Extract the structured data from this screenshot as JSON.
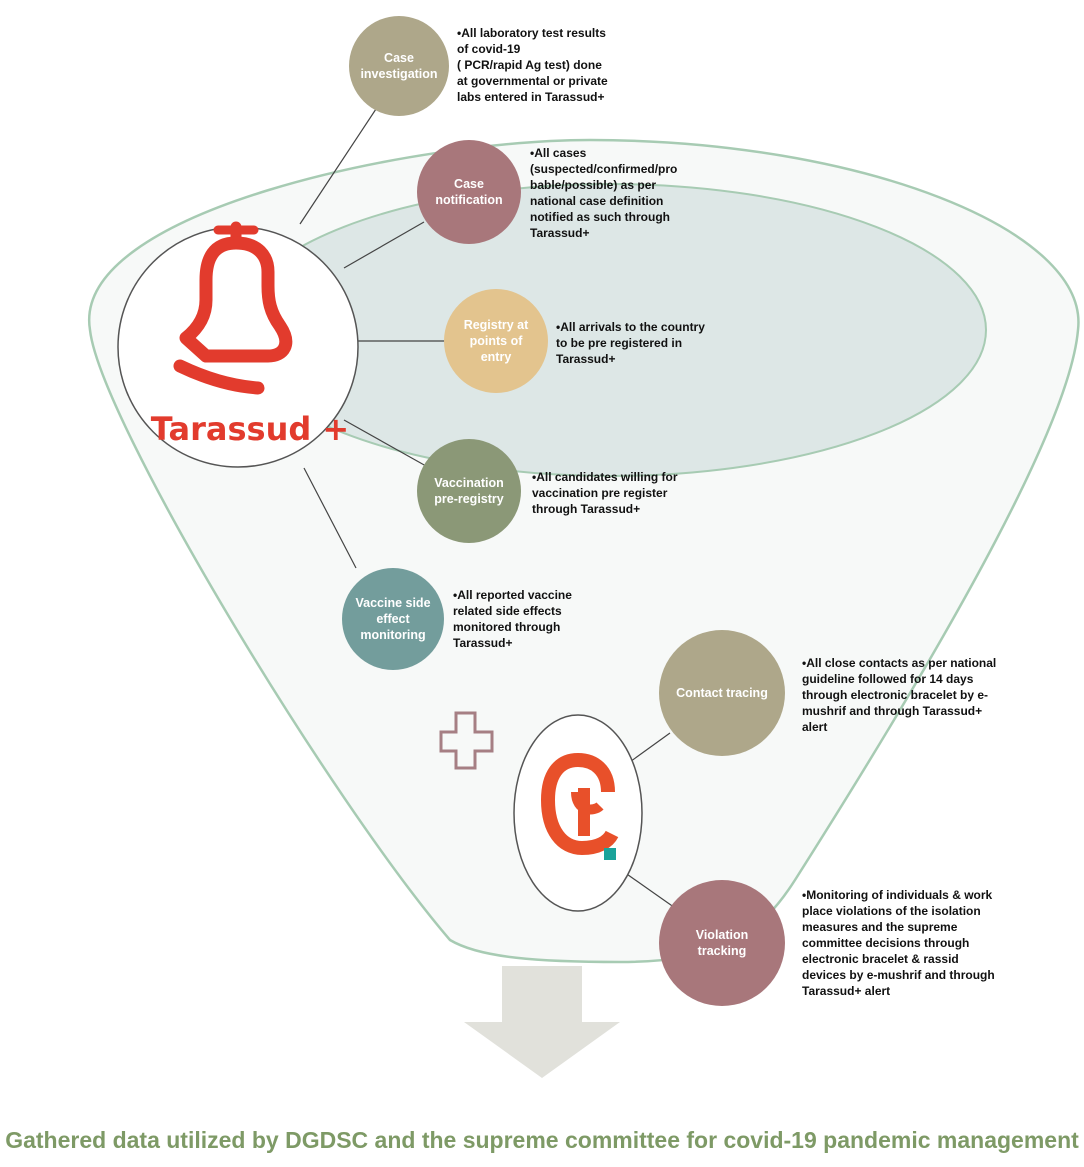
{
  "logo_main": {
    "text": "Tarassud +"
  },
  "colors": {
    "funnel_stroke": "#a7cbb3",
    "funnel_fill": "#f7f9f8",
    "inner_ellipse_fill": "#dde7e6",
    "brand_red": "#e23b2d",
    "brand_orange": "#e8502a",
    "brand_teal": "#1aa39a",
    "footer_text": "#7e9a66",
    "arrow": "#e1e1db"
  },
  "nodes": [
    {
      "id": "case-investigation",
      "label": [
        "Case",
        "investigation"
      ],
      "color": "#aea78a",
      "text": [
        "•All laboratory test results",
        "of covid-19",
        "( PCR/rapid Ag test) done",
        "at governmental or private",
        "labs entered in Tarassud+"
      ]
    },
    {
      "id": "case-notification",
      "label": [
        "Case",
        "notification"
      ],
      "color": "#a8777b",
      "text": [
        "•All cases",
        "(suspected/confirmed/pro",
        "bable/possible) as per",
        "national case definition",
        "notified as such through",
        "Tarassud+"
      ]
    },
    {
      "id": "registry-points-of-entry",
      "label": [
        "Registry at",
        "points of",
        "entry"
      ],
      "color": "#e3c48e",
      "text": [
        "•All arrivals to the country",
        "to be pre registered in",
        "Tarassud+"
      ]
    },
    {
      "id": "vaccination-pre-registry",
      "label": [
        "Vaccination",
        "pre-registry"
      ],
      "color": "#8b9877",
      "text": [
        "•All candidates willing for",
        "vaccination pre register",
        "through Tarassud+"
      ]
    },
    {
      "id": "vaccine-side-effect-monitoring",
      "label": [
        "Vaccine side",
        "effect",
        "monitoring"
      ],
      "color": "#739d9c",
      "text": [
        "•All reported vaccine",
        "related side effects",
        "monitored through",
        "Tarassud+"
      ]
    },
    {
      "id": "contact-tracing",
      "label": [
        "Contact tracing"
      ],
      "color": "#aea78a",
      "text": [
        "•All close contacts as per national",
        "guideline followed for 14 days",
        "through electronic bracelet by e-",
        "mushrif and  through Tarassud+",
        "alert"
      ]
    },
    {
      "id": "violation-tracking",
      "label": [
        "Violation",
        "tracking"
      ],
      "color": "#a8777b",
      "text": [
        "•Monitoring of individuals & work",
        "place violations of the isolation",
        "measures and the supreme",
        "committee decisions through",
        "electronic bracelet & rassid",
        "devices by e-mushrif and  through",
        "Tarassud+ alert"
      ]
    }
  ],
  "footer": {
    "text": "Gathered data utilized by DGDSC and the supreme committee for covid-19 pandemic management"
  }
}
